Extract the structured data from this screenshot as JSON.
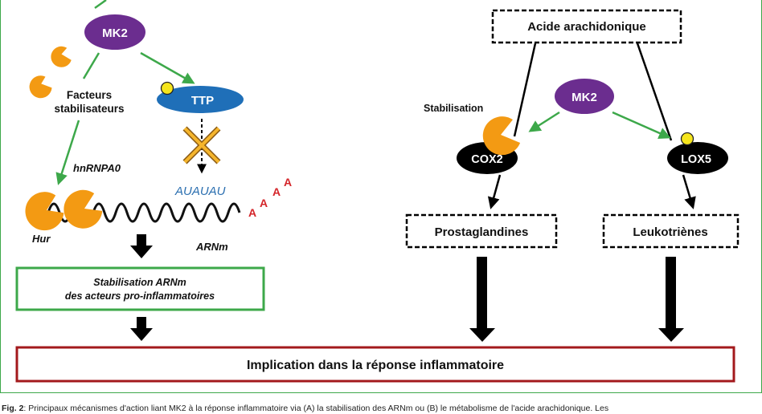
{
  "left": {
    "mk2": "MK2",
    "factors_line1": "Facteurs",
    "factors_line2": "stabilisateurs",
    "ttp": "TTP",
    "hnrnpa0": "hnRNPA0",
    "auauau": "AUAUAU",
    "polya": [
      "A",
      "A",
      "A",
      "A"
    ],
    "hur": "Hur",
    "arnm": "ARNm",
    "box_line1": "Stabilisation ARNm",
    "box_line2": "des acteurs pro-inflammatoires"
  },
  "right": {
    "acid": "Acide arachidonique",
    "stabilisation": "Stabilisation",
    "mk2": "MK2",
    "cox2": "COX2",
    "lox5": "LOX5",
    "prostaglandines": "Prostaglandines",
    "leukotrienes": "Leukotriènes"
  },
  "bottom": {
    "implication": "Implication dans la réponse inflammatoire"
  },
  "caption": {
    "label": "Fig. 2",
    "text": ": Principaux mécanismes d'action liant MK2 à la réponse inflammatoire via (A) la stabilisation des ARNm ou (B) le métabolisme de l'acide arachidonique. Les"
  },
  "colors": {
    "purple": "#6b2d8f",
    "blue": "#1f6fb8",
    "orange": "#f39a13",
    "yellow": "#f5e51c",
    "green": "#3da84a",
    "darkred": "#a3191c",
    "polya_red": "#d4252a",
    "auauau_blue": "#2b6fb0"
  }
}
